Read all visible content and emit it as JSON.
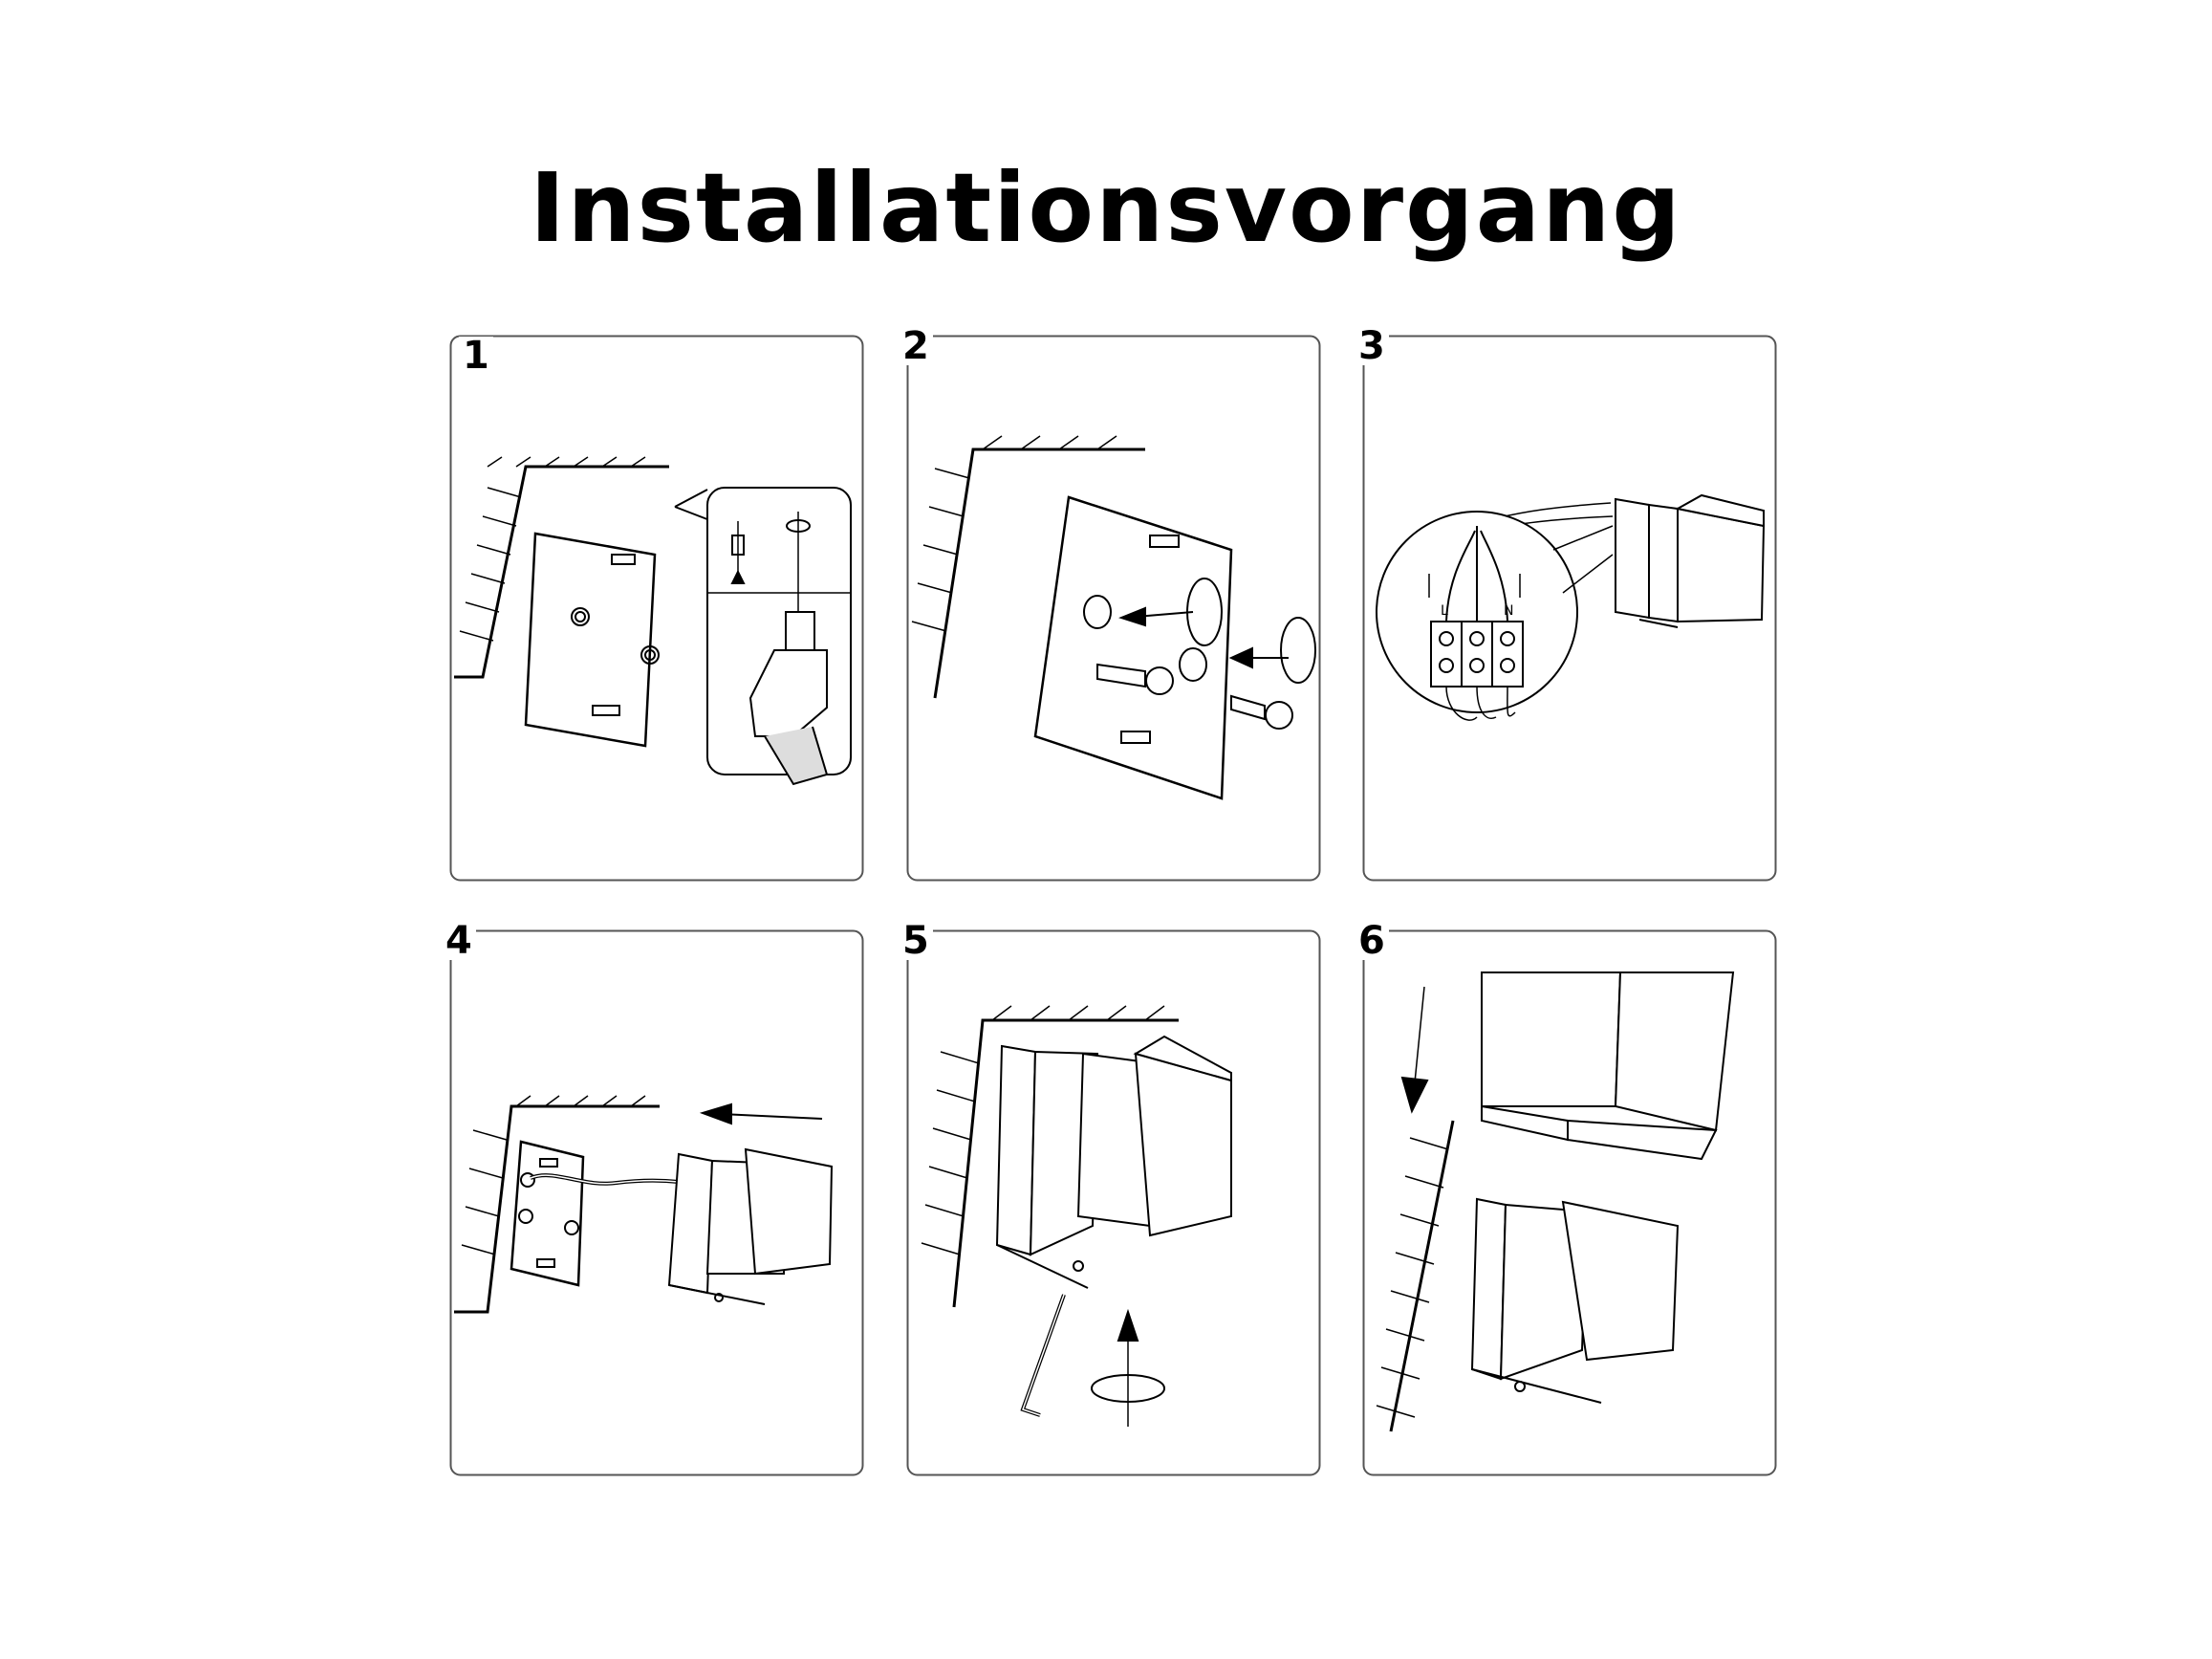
{
  "title": "Installationsvorgang",
  "steps": [
    {
      "number": "1"
    },
    {
      "number": "2"
    },
    {
      "number": "3"
    },
    {
      "number": "4"
    },
    {
      "number": "5"
    },
    {
      "number": "6"
    }
  ],
  "terminal_labels": {
    "live": "L",
    "neutral": "N"
  }
}
